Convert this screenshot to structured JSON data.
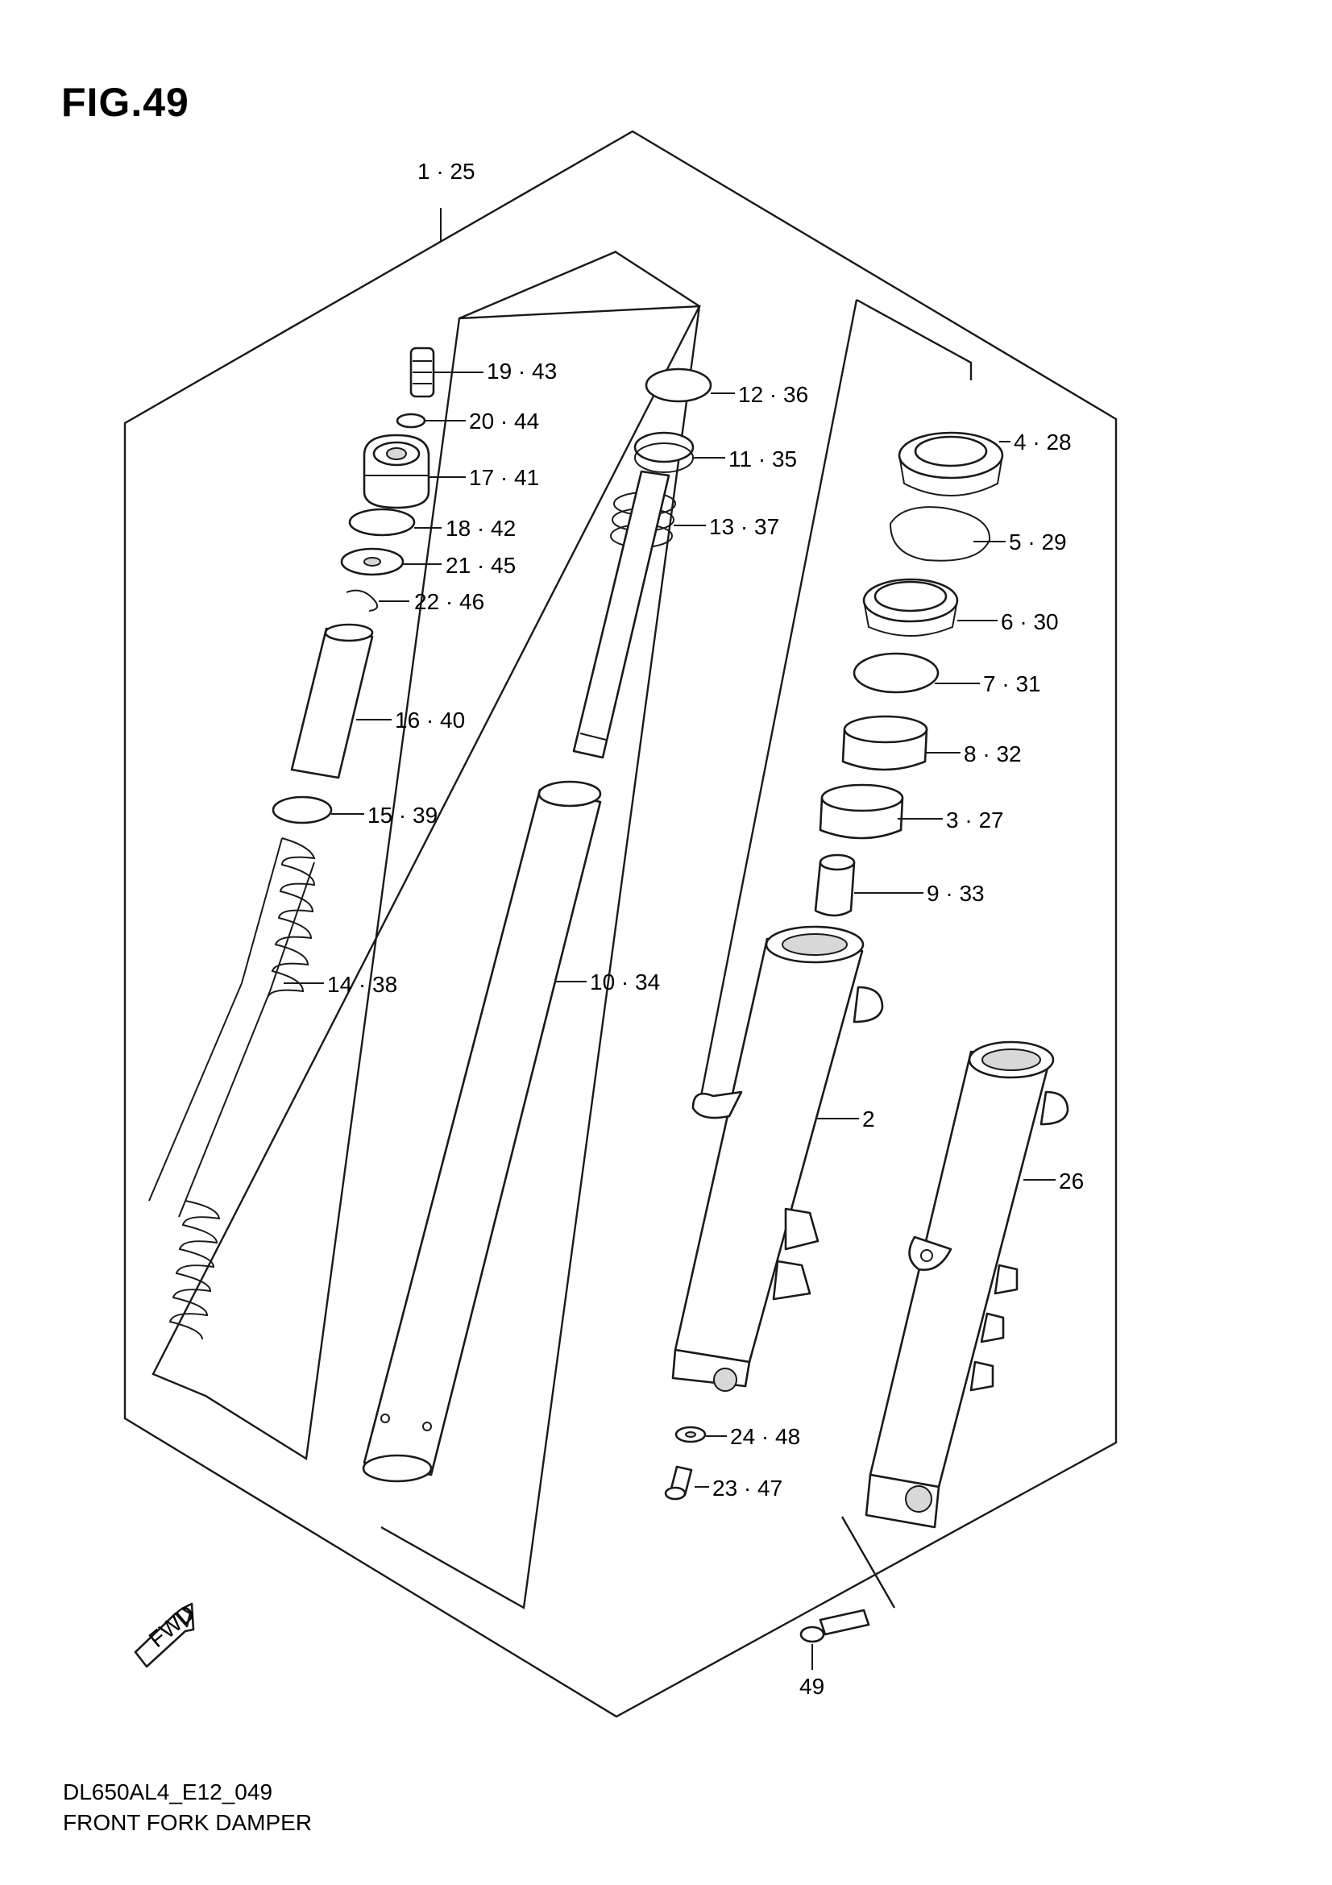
{
  "figure": {
    "title": "FIG.49"
  },
  "footer": {
    "code": "DL650AL4_E12_049",
    "name": "FRONT FORK DAMPER"
  },
  "fwd_arrow": {
    "label": "FWD"
  },
  "callouts": [
    {
      "id": "c-1-25",
      "text": "1 · 25"
    },
    {
      "id": "c-19-43",
      "text": "19 · 43"
    },
    {
      "id": "c-20-44",
      "text": "20 · 44"
    },
    {
      "id": "c-17-41",
      "text": "17 · 41"
    },
    {
      "id": "c-18-42",
      "text": "18 · 42"
    },
    {
      "id": "c-21-45",
      "text": "21 · 45"
    },
    {
      "id": "c-22-46",
      "text": "22 · 46"
    },
    {
      "id": "c-16-40",
      "text": "16 · 40"
    },
    {
      "id": "c-15-39",
      "text": "15 · 39"
    },
    {
      "id": "c-14-38",
      "text": "14 · 38"
    },
    {
      "id": "c-12-36",
      "text": "12 · 36"
    },
    {
      "id": "c-11-35",
      "text": "11 · 35"
    },
    {
      "id": "c-13-37",
      "text": "13 · 37"
    },
    {
      "id": "c-10-34",
      "text": "10 · 34"
    },
    {
      "id": "c-4-28",
      "text": "4 · 28"
    },
    {
      "id": "c-5-29",
      "text": "5 · 29"
    },
    {
      "id": "c-6-30",
      "text": "6 · 30"
    },
    {
      "id": "c-7-31",
      "text": "7 · 31"
    },
    {
      "id": "c-8-32",
      "text": "8 · 32"
    },
    {
      "id": "c-3-27",
      "text": "3 · 27"
    },
    {
      "id": "c-9-33",
      "text": "9 · 33"
    },
    {
      "id": "c-2",
      "text": "2"
    },
    {
      "id": "c-26",
      "text": "26"
    },
    {
      "id": "c-24-48",
      "text": "24 · 48"
    },
    {
      "id": "c-23-47",
      "text": "23 · 47"
    },
    {
      "id": "c-49",
      "text": "49"
    }
  ]
}
